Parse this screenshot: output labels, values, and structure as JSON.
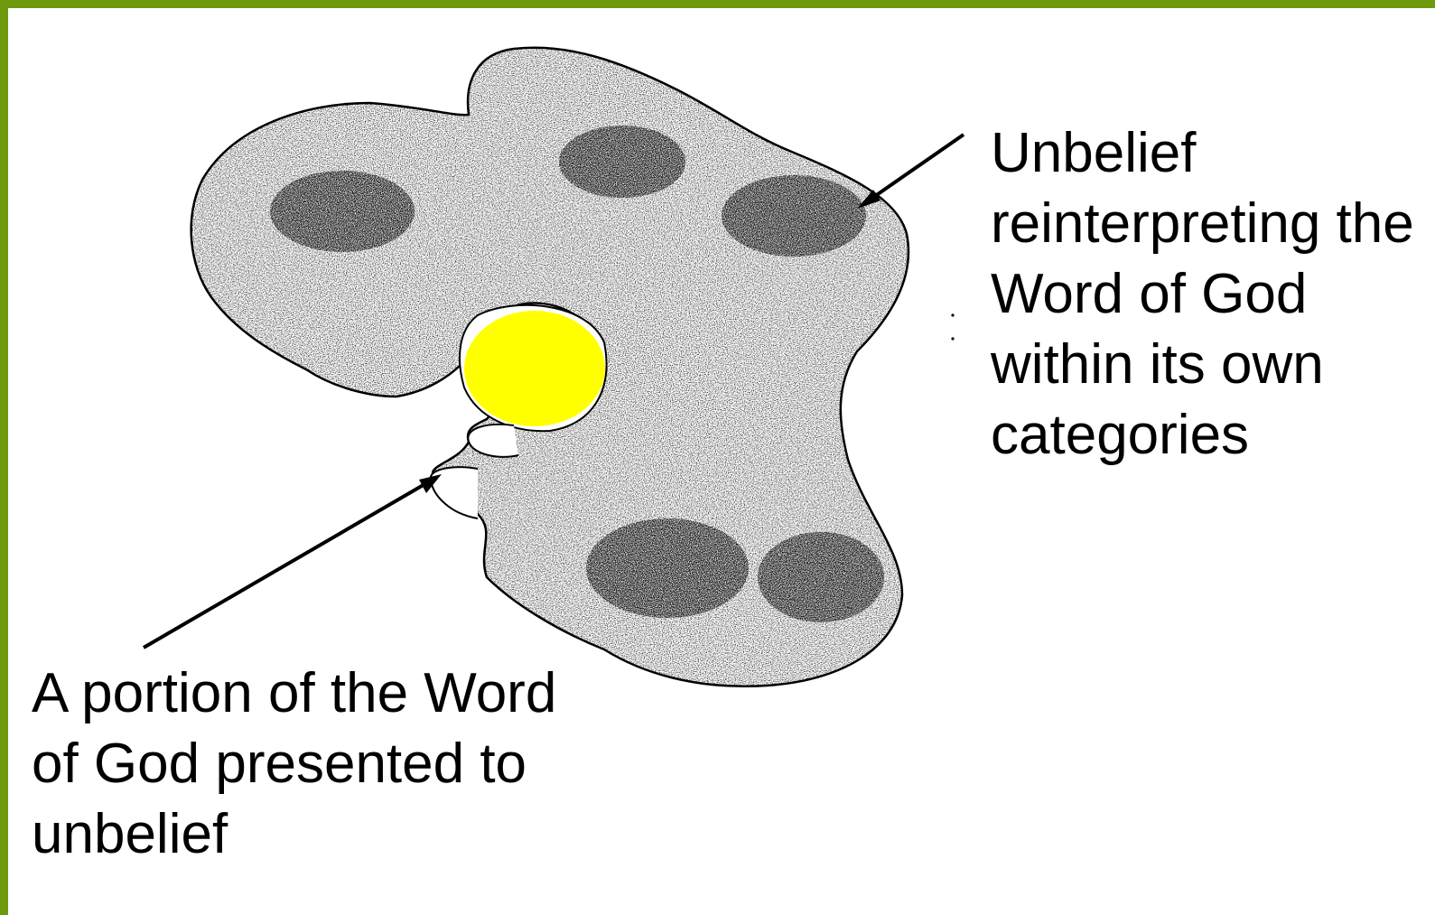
{
  "labels": {
    "unbelief": [
      "Unbelief",
      "reinterpreting the",
      "Word of God",
      "within its own",
      "categories"
    ],
    "portion": [
      "A portion of the Word",
      "of God presented to",
      "unbelief"
    ]
  },
  "colors": {
    "frame": "#6f9a0e",
    "word_of_god": "#ffff00",
    "speckle": "#000000"
  }
}
